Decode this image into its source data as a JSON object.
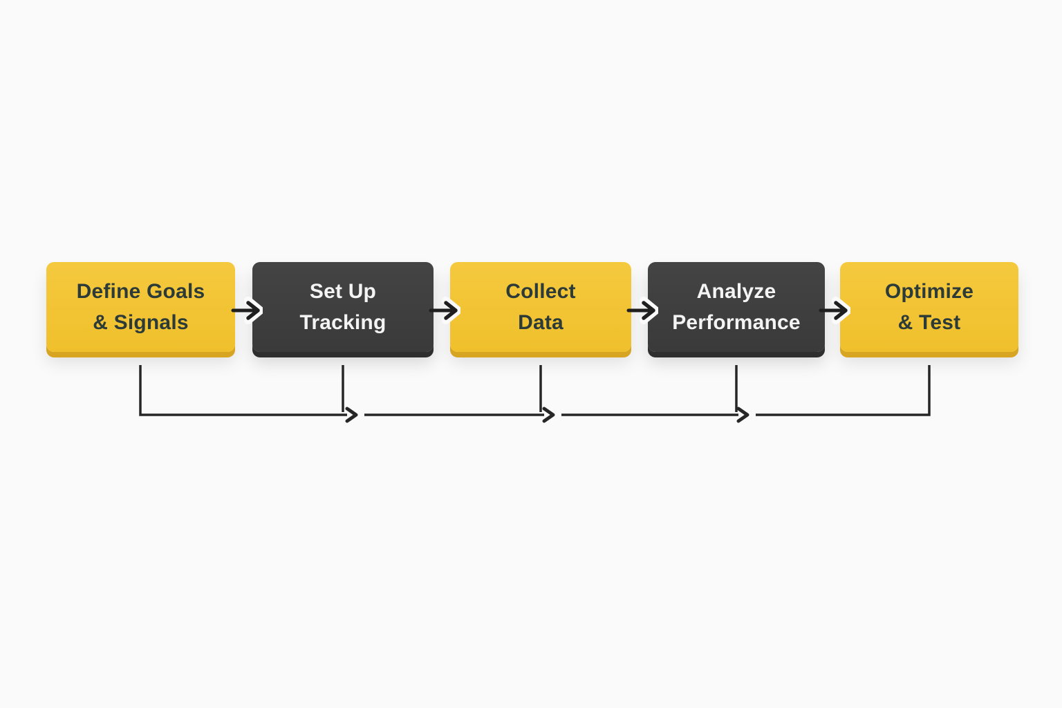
{
  "nodes": [
    {
      "id": "define-goals-signals",
      "line1": "Define Goals",
      "line2": "& Signals",
      "variant": "yellow"
    },
    {
      "id": "set-up-tracking",
      "line1": "Set Up",
      "line2": "Tracking",
      "variant": "dark"
    },
    {
      "id": "collect-data",
      "line1": "Collect",
      "line2": "Data",
      "variant": "yellow"
    },
    {
      "id": "analyze-performance",
      "line1": "Analyze",
      "line2": "Performance",
      "variant": "dark"
    },
    {
      "id": "optimize-test",
      "line1": "Optimize",
      "line2": "& Test",
      "variant": "yellow"
    }
  ],
  "edges": {
    "forward": [
      {
        "from": "define-goals-signals",
        "to": "set-up-tracking"
      },
      {
        "from": "set-up-tracking",
        "to": "collect-data"
      },
      {
        "from": "collect-data",
        "to": "analyze-performance"
      },
      {
        "from": "analyze-performance",
        "to": "optimize-test"
      }
    ],
    "bottom_rail": {
      "drops_from": [
        "define-goals-signals",
        "set-up-tracking",
        "collect-data",
        "analyze-performance",
        "optimize-test"
      ],
      "arrowheads_after": [
        "set-up-tracking",
        "collect-data",
        "analyze-performance"
      ],
      "direction": "left-to-right"
    }
  },
  "colors": {
    "background": "#fafafa",
    "node_yellow": "#f2c331",
    "node_yellow_edge": "#d8a522",
    "node_dark": "#3f3f3f",
    "node_dark_edge": "#2e2e2e",
    "text_on_yellow": "#2c3a38",
    "text_on_dark": "#f4f4f4",
    "connector": "#262626"
  }
}
